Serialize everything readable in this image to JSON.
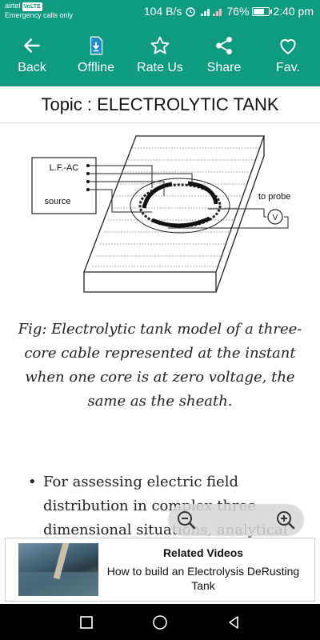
{
  "status_bar": {
    "carrier": "airtel",
    "carrier_badge": "VoLTE",
    "emergency": "Emergency calls only",
    "net_speed": "104 B/s",
    "battery": "76%",
    "battery_level": 0.76,
    "time": "2:40 pm"
  },
  "toolbar": {
    "back": "Back",
    "offline": "Offline",
    "rate": "Rate Us",
    "share": "Share",
    "fav": "Fav."
  },
  "topic": "Topic : ELECTROLYTIC TANK",
  "figure": {
    "label_lfac": "L.F.-AC",
    "label_source": "source",
    "label_probe": "to probe",
    "label_v": "V"
  },
  "caption": "Fig: Electrolytic tank model of a three-core cable represented at the instant when one core is at zero voltage, the same as the sheath.",
  "bullet": "For assessing electric field distribution in complex three dimensional situations, analytical",
  "ad": {
    "title": "Related Videos",
    "description": "How to build an Electrolysis DeRusting Tank"
  },
  "icons": {
    "back": "arrow-left-icon",
    "offline": "download-file-icon",
    "rate": "star-icon",
    "share": "share-icon",
    "fav": "heart-icon",
    "zoom_out": "zoom-out-icon",
    "zoom_in": "zoom-in-icon"
  },
  "colors": {
    "accent": "#0f9a82"
  }
}
